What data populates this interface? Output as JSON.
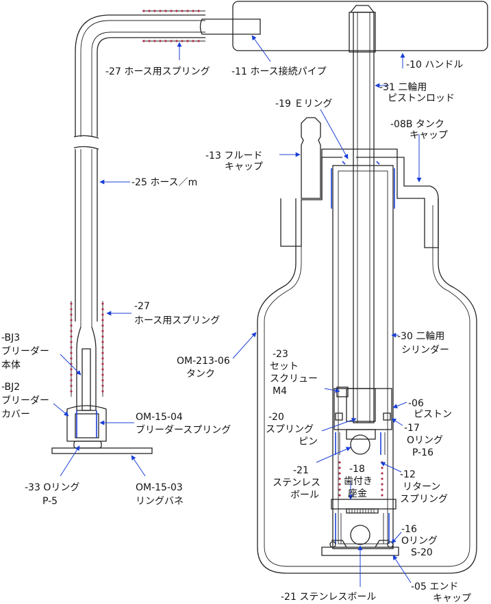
{
  "labels": {
    "p27_hose_spring_top": "-27 ホース用スプリング",
    "p11_hose_pipe": "-11 ホース接続パイプ",
    "p10_handle": "-10 ハンドル",
    "p31_line1": "-31 二輪用",
    "p31_line2": "ピストンロッド",
    "p19_ering": "-19 Ｅリング",
    "p08b_line1": "-08B タンク",
    "p08b_line2": "キャップ",
    "p13_line1": "-13 フルード",
    "p13_line2": "キャップ",
    "p25_hose": "-25 ホース／m",
    "p27_line1": "-27",
    "p27_line2": "ホース用スプリング",
    "bj3_line1": "-BJ3",
    "bj3_line2": "ブリーダー",
    "bj3_line3": "本体",
    "bj2_line1": "-BJ2",
    "bj2_line2": "ブリーダー",
    "bj2_line3": "カバー",
    "om1504_line1": "OM-15-04",
    "om1504_line2": "ブリーダースプリング",
    "p33_line1": "-33 Oリング",
    "p33_line2": "P-5",
    "om1503_line1": "OM-15-03",
    "om1503_line2": "リングバネ",
    "om21306_line1": "OM-213-06",
    "om21306_line2": "タンク",
    "p30_line1": "-30 二輪用",
    "p30_line2": "シリンダー",
    "p23_line1": "-23",
    "p23_line2": "セット",
    "p23_line3": "スクリュー",
    "p23_line4": "M4",
    "p06_line1": "-06",
    "p06_line2": "ピストン",
    "p20_line1": "-20",
    "p20_line2": "スプリング",
    "p20_line3": "ピン",
    "p17_line1": "-17",
    "p17_line2": "Oリング",
    "p17_line3": "P-16",
    "p21_line1": "-21",
    "p21_line2": "ステンレス",
    "p21_line3": "ボール",
    "p18_line1": "-18",
    "p18_line2": "歯付き",
    "p18_line3": "座金",
    "p12_line1": "-12",
    "p12_line2": "リターン",
    "p12_line3": "スプリング",
    "p16_line1": "-16",
    "p16_line2": "Oリング",
    "p16_line3": "S-20",
    "p21b_ball": "-21 ステンレスボール",
    "p05_line1": "-05 エンド",
    "p05_line2": "キャップ"
  },
  "colors": {
    "leader": "#1a3fd6",
    "outline": "#222222",
    "spring_dot": "#b0304a"
  }
}
